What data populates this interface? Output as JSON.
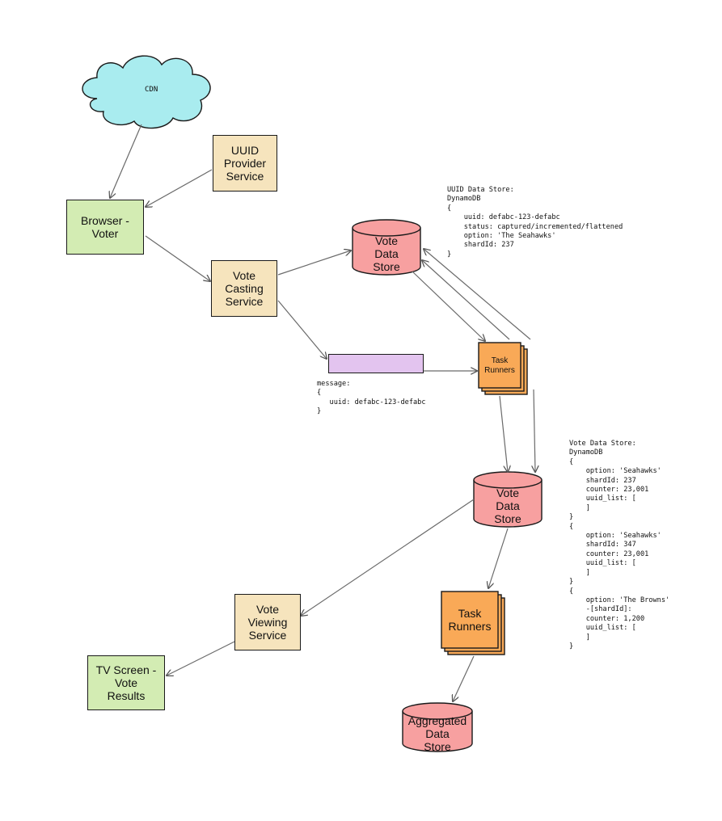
{
  "nodes": {
    "cdn": "CDN",
    "uuid_provider": "UUID\nProvider\nService",
    "browser_voter": "Browser -\nVoter",
    "vote_casting": "Vote\nCasting\nService",
    "vote_data_store_top": "Vote\nData\nStore",
    "task_runners_top": "Task\nRunners",
    "vote_data_store_mid": "Vote\nData\nStore",
    "vote_viewing": "Vote\nViewing\nService",
    "tv_screen": "TV Screen -\nVote\nResults",
    "task_runners_bottom": "Task\nRunners",
    "aggregated_store": "Aggregated\nData\nStore"
  },
  "notes": {
    "uuid_data_store": "UUID Data Store:\nDynamoDB\n{\n    uuid: defabc-123-defabc\n    status: captured/incremented/flattened\n    option: 'The Seahawks'\n    shardId: 237\n}",
    "message": "message:\n{\n   uuid: defabc-123-defabc\n}",
    "vote_data_store": "Vote Data Store:\nDynamoDB\n{\n    option: 'Seahawks'\n    shardId: 237\n    counter: 23,001\n    uuid_list: [\n    ]\n}\n{\n    option: 'Seahawks'\n    shardId: 347\n    counter: 23,001\n    uuid_list: [\n    ]\n}\n{\n    option: 'The Browns'\n    -[shardId]:\n    counter: 1,200\n    uuid_list: [\n    ]\n}"
  },
  "colors": {
    "cloud": "#a9ecef",
    "service": "#f6e4bd",
    "client": "#d3ecb3",
    "store": "#f7a0a0",
    "runner": "#f9a957",
    "queue": "#e3c4ef"
  }
}
